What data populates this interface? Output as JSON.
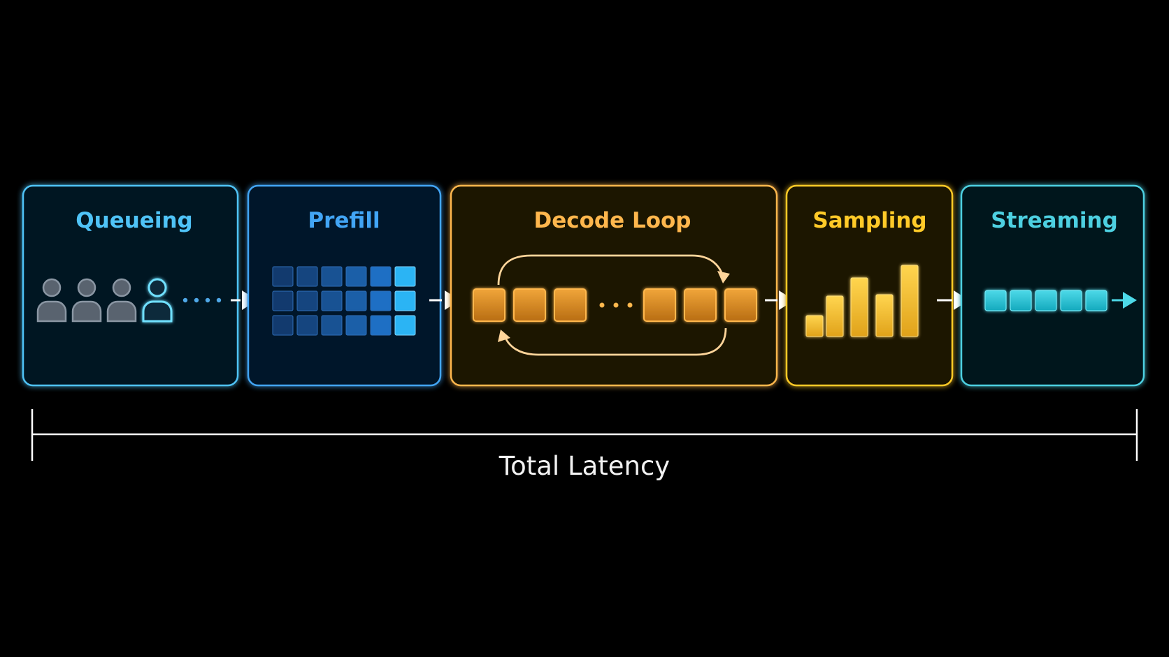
{
  "stages": [
    {
      "id": "queueing",
      "title": "Queueing",
      "color": "#4fc3f7"
    },
    {
      "id": "prefill",
      "title": "Prefill",
      "color": "#42a5f5"
    },
    {
      "id": "decode",
      "title": "Decode Loop",
      "color": "#ffb74d"
    },
    {
      "id": "sampling",
      "title": "Sampling",
      "color": "#ffca28"
    },
    {
      "id": "streaming",
      "title": "Streaming",
      "color": "#4dd0e1"
    }
  ],
  "total": {
    "label": "Total Latency"
  },
  "icons": {
    "queueing": "user-queue-icon",
    "prefill": "token-grid-icon",
    "decode": "loop-arrows-icon",
    "sampling": "bar-distribution-icon",
    "streaming": "token-stream-icon"
  },
  "colors": {
    "background": "#000000",
    "arrow": "#ffffff",
    "queue_user_idle": "#7b8795",
    "queue_user_active": "#6fe0ff",
    "prefill_cell": "#1e6bd6",
    "prefill_cell_active": "#29b6f6",
    "decode_token": "#d98a1f",
    "sampling_bar": "#fbc02d",
    "stream_token": "#26c6da"
  }
}
